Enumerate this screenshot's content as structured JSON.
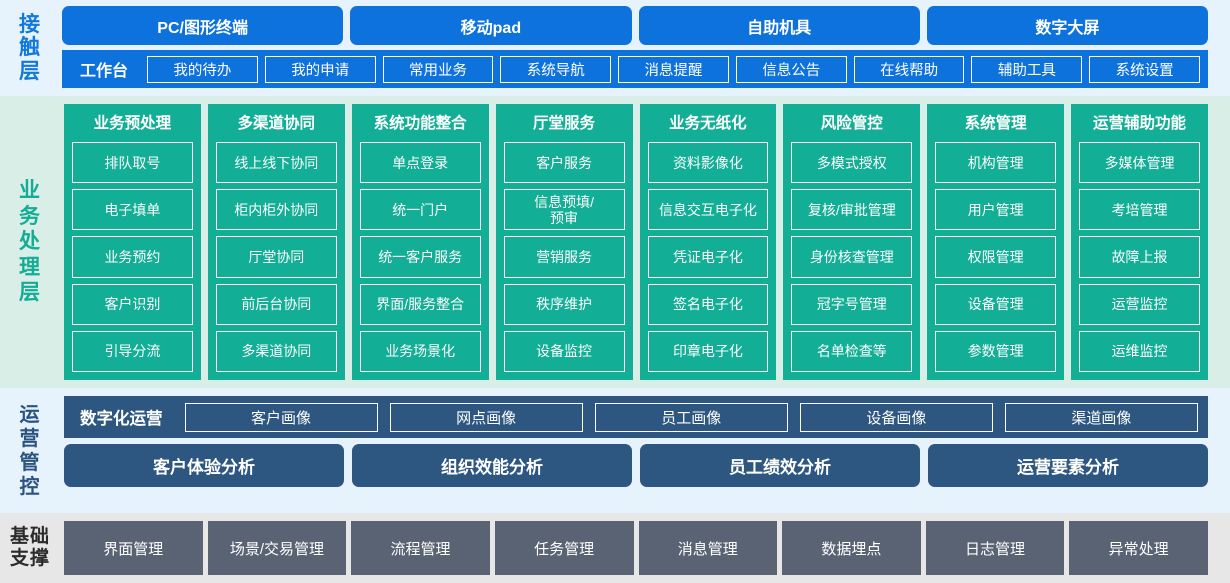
{
  "colors": {
    "touch_blue": "#0E72DD",
    "touch_bg": "#E7F3FC",
    "biz_teal": "#12AE95",
    "biz_bg": "#D8EEE7",
    "ops_navy": "#2D5680",
    "ops_bg": "#E7F3FC",
    "base_gray": "#5A6374",
    "base_bg": "#E7E7E7"
  },
  "touch_layer": {
    "label": "接触层",
    "label_chars": [
      "接",
      "触",
      "层"
    ],
    "terminals": [
      {
        "label": "PC/图形终端"
      },
      {
        "label": "移动pad"
      },
      {
        "label": "自助机具"
      },
      {
        "label": "数字大屏"
      }
    ],
    "workbench_title": "工作台",
    "workbench_items": [
      {
        "label": "我的待办"
      },
      {
        "label": "我的申请"
      },
      {
        "label": "常用业务"
      },
      {
        "label": "系统导航"
      },
      {
        "label": "消息提醒"
      },
      {
        "label": "信息公告"
      },
      {
        "label": "在线帮助"
      },
      {
        "label": "辅助工具"
      },
      {
        "label": "系统设置"
      }
    ]
  },
  "business_layer": {
    "label": "业务处理层",
    "label_chars": [
      "业",
      "务",
      "处",
      "理",
      "层"
    ],
    "columns": [
      {
        "title": "业务预处理",
        "items": [
          "排队取号",
          "电子填单",
          "业务预约",
          "客户识别",
          "引导分流"
        ]
      },
      {
        "title": "多渠道协同",
        "items": [
          "线上线下协同",
          "柜内柜外协同",
          "厅堂协同",
          "前后台协同",
          "多渠道协同"
        ]
      },
      {
        "title": "系统功能整合",
        "items": [
          "单点登录",
          "统一门户",
          "统一客户服务",
          "界面/服务整合",
          "业务场景化"
        ]
      },
      {
        "title": "厅堂服务",
        "items": [
          "客户服务",
          "信息预填/\n预审",
          "营销服务",
          "秩序维护",
          "设备监控"
        ]
      },
      {
        "title": "业务无纸化",
        "items": [
          "资料影像化",
          "信息交互电子化",
          "凭证电子化",
          "签名电子化",
          "印章电子化"
        ]
      },
      {
        "title": "风险管控",
        "items": [
          "多模式授权",
          "复核/审批管理",
          "身份核查管理",
          "冠字号管理",
          "名单检查等"
        ]
      },
      {
        "title": "系统管理",
        "items": [
          "机构管理",
          "用户管理",
          "权限管理",
          "设备管理",
          "参数管理"
        ]
      },
      {
        "title": "运营辅助功能",
        "items": [
          "多媒体管理",
          "考培管理",
          "故障上报",
          "运营监控",
          "运维监控"
        ]
      }
    ]
  },
  "ops_layer": {
    "label": "运营管控",
    "label_chars": [
      "运",
      "营",
      "管",
      "控"
    ],
    "portrait_title": "数字化运营",
    "portrait_items": [
      {
        "label": "客户画像"
      },
      {
        "label": "网点画像"
      },
      {
        "label": "员工画像"
      },
      {
        "label": "设备画像"
      },
      {
        "label": "渠道画像"
      }
    ],
    "analysis_items": [
      {
        "label": "客户体验分析"
      },
      {
        "label": "组织效能分析"
      },
      {
        "label": "员工绩效分析"
      },
      {
        "label": "运营要素分析"
      }
    ]
  },
  "base_layer": {
    "label": "基础支撑",
    "label_lines": [
      "基础",
      "支撑"
    ],
    "items": [
      {
        "label": "界面管理"
      },
      {
        "label": "场景/交易管理"
      },
      {
        "label": "流程管理"
      },
      {
        "label": "任务管理"
      },
      {
        "label": "消息管理"
      },
      {
        "label": "数据埋点"
      },
      {
        "label": "日志管理"
      },
      {
        "label": "异常处理"
      }
    ]
  }
}
